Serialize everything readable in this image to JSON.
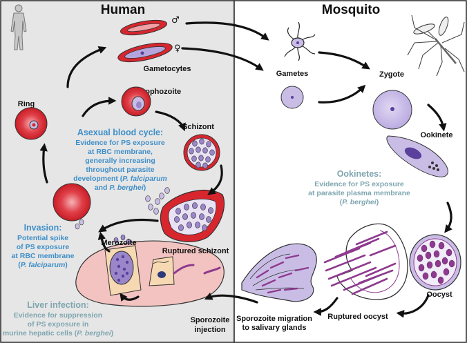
{
  "panels": {
    "human_title": "Human",
    "mosquito_title": "Mosquito"
  },
  "labels": {
    "gametocytes": "Gametocytes",
    "gametes": "Gametes",
    "zygote": "Zygote",
    "ookinete": "Ookinete",
    "oocyst": "Oocyst",
    "ruptured_oocyst": "Ruptured oocyst",
    "sporozoite_migration_1": "Sporozoite migration",
    "sporozoite_migration_2": "to salivary glands",
    "sporozoite_injection_1": "Sporozoite",
    "sporozoite_injection_2": "injection",
    "ring": "Ring",
    "trophozoite": "Trophozoite",
    "schizont": "Schizont",
    "ruptured_schizont": "Ruptured schizont",
    "merozoite": "Merozoite",
    "male_symbol": "♂",
    "female_symbol": "♀"
  },
  "notes": {
    "asexual": {
      "heading": "Asexual blood cycle:",
      "line1": "Evidence for PS exposure",
      "line2": "at RBC membrane,",
      "line3": "generally increasing",
      "line4": "throughout parasite",
      "line5a": "development (",
      "line5b": "P. falciparum",
      "line6a": "and ",
      "line6b": "P. berghei",
      "line6c": ")"
    },
    "invasion": {
      "heading": "Invasion:",
      "line1": "Potential spike",
      "line2": "of PS exposure",
      "line3": "at RBC membrane",
      "line4a": "(",
      "line4b": "P. falciparum",
      "line4c": ")"
    },
    "ookinetes": {
      "heading": "Ookinetes:",
      "line1": "Evidence for PS exposure",
      "line2": "at parasite plasma membrane",
      "line3a": "(",
      "line3b": "P. berghei",
      "line3c": ")"
    },
    "liver": {
      "heading": "Liver infection:",
      "line1": "Evidence for suppression",
      "line2": "of PS exposure in",
      "line3a": "murine hepatic cells (",
      "line3b": "P. berghei",
      "line3c": ")"
    }
  },
  "colors": {
    "human_bg": "#e6e6e6",
    "mosquito_bg": "#ffffff",
    "rbc_red": "#d7262e",
    "rbc_light": "#f2a0a5",
    "parasite_purple": "#9b86c9",
    "parasite_light": "#c9bde6",
    "oocyst_magenta": "#8e3a8e",
    "liver_pink": "#f2c3c0",
    "note_blue": "#3f8fc9",
    "note_teal": "#7fa6b0"
  }
}
